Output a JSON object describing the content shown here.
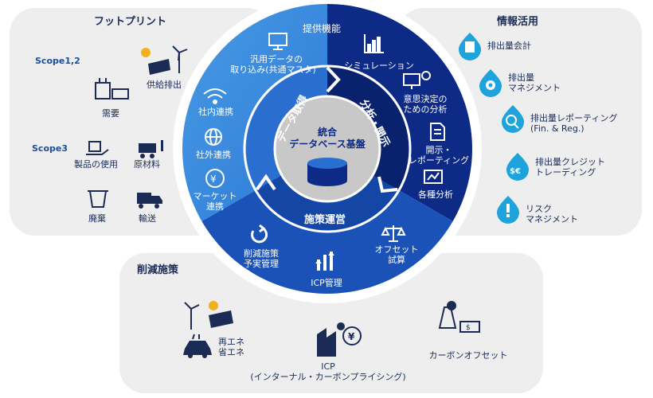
{
  "panels": {
    "footprint": {
      "title": "フットプリント",
      "scope12": "Scope1,2",
      "scope3": "Scope3",
      "items": {
        "supply": "供給排出",
        "demand": "需要",
        "product_use": "製品の使用",
        "raw_material": "原材料",
        "disposal": "廃棄",
        "transport": "輸送"
      }
    },
    "info": {
      "title": "情報活用",
      "items": [
        {
          "label": "排出量会計"
        },
        {
          "label1": "排出量",
          "label2": "マネジメント"
        },
        {
          "label1": "排出量レポーティング",
          "label2": "(Fin. & Reg.)"
        },
        {
          "label1": "排出量クレジット",
          "label2": "トレーディング"
        },
        {
          "label1": "リスク",
          "label2": "マネジメント"
        }
      ]
    },
    "reduction": {
      "title": "削減施策",
      "renewable1": "再エネ",
      "renewable2": "省エネ",
      "icp1": "ICP",
      "icp2": "(インターナル・カーボンプライシング)",
      "offset": "カーボンオフセット"
    }
  },
  "wheel": {
    "top_label": "提供機能",
    "center1": "統合",
    "center2": "データベース基盤",
    "ring": {
      "acquire": "データ取得",
      "analyze": "分析・開示",
      "manage": "施策運営"
    },
    "left": {
      "general1": "汎用データの",
      "general2": "取り込み(共通マスタ)",
      "internal": "社内連携",
      "external": "社外連携",
      "market1": "マーケット",
      "market2": "連携"
    },
    "right": {
      "simulation": "シミュレーション",
      "decision1": "意思決定の",
      "decision2": "ための分析",
      "disclosure1": "開示・",
      "disclosure2": "レポーティング",
      "analysis": "各種分析"
    },
    "bottom": {
      "plan1": "削減施策",
      "plan2": "予実管理",
      "icp": "ICP管理",
      "offset1": "オフセット",
      "offset2": "試算"
    }
  },
  "colors": {
    "panel_bg": "#eeeeee",
    "left_sector": "#2a78d6",
    "left_light": "#4a9be5",
    "right_sector": "#0c2a86",
    "bottom_sector": "#1a52b8",
    "center": "#c8c8c8",
    "icon_navy": "#1a2b55",
    "accent": "#1ea3dc"
  }
}
